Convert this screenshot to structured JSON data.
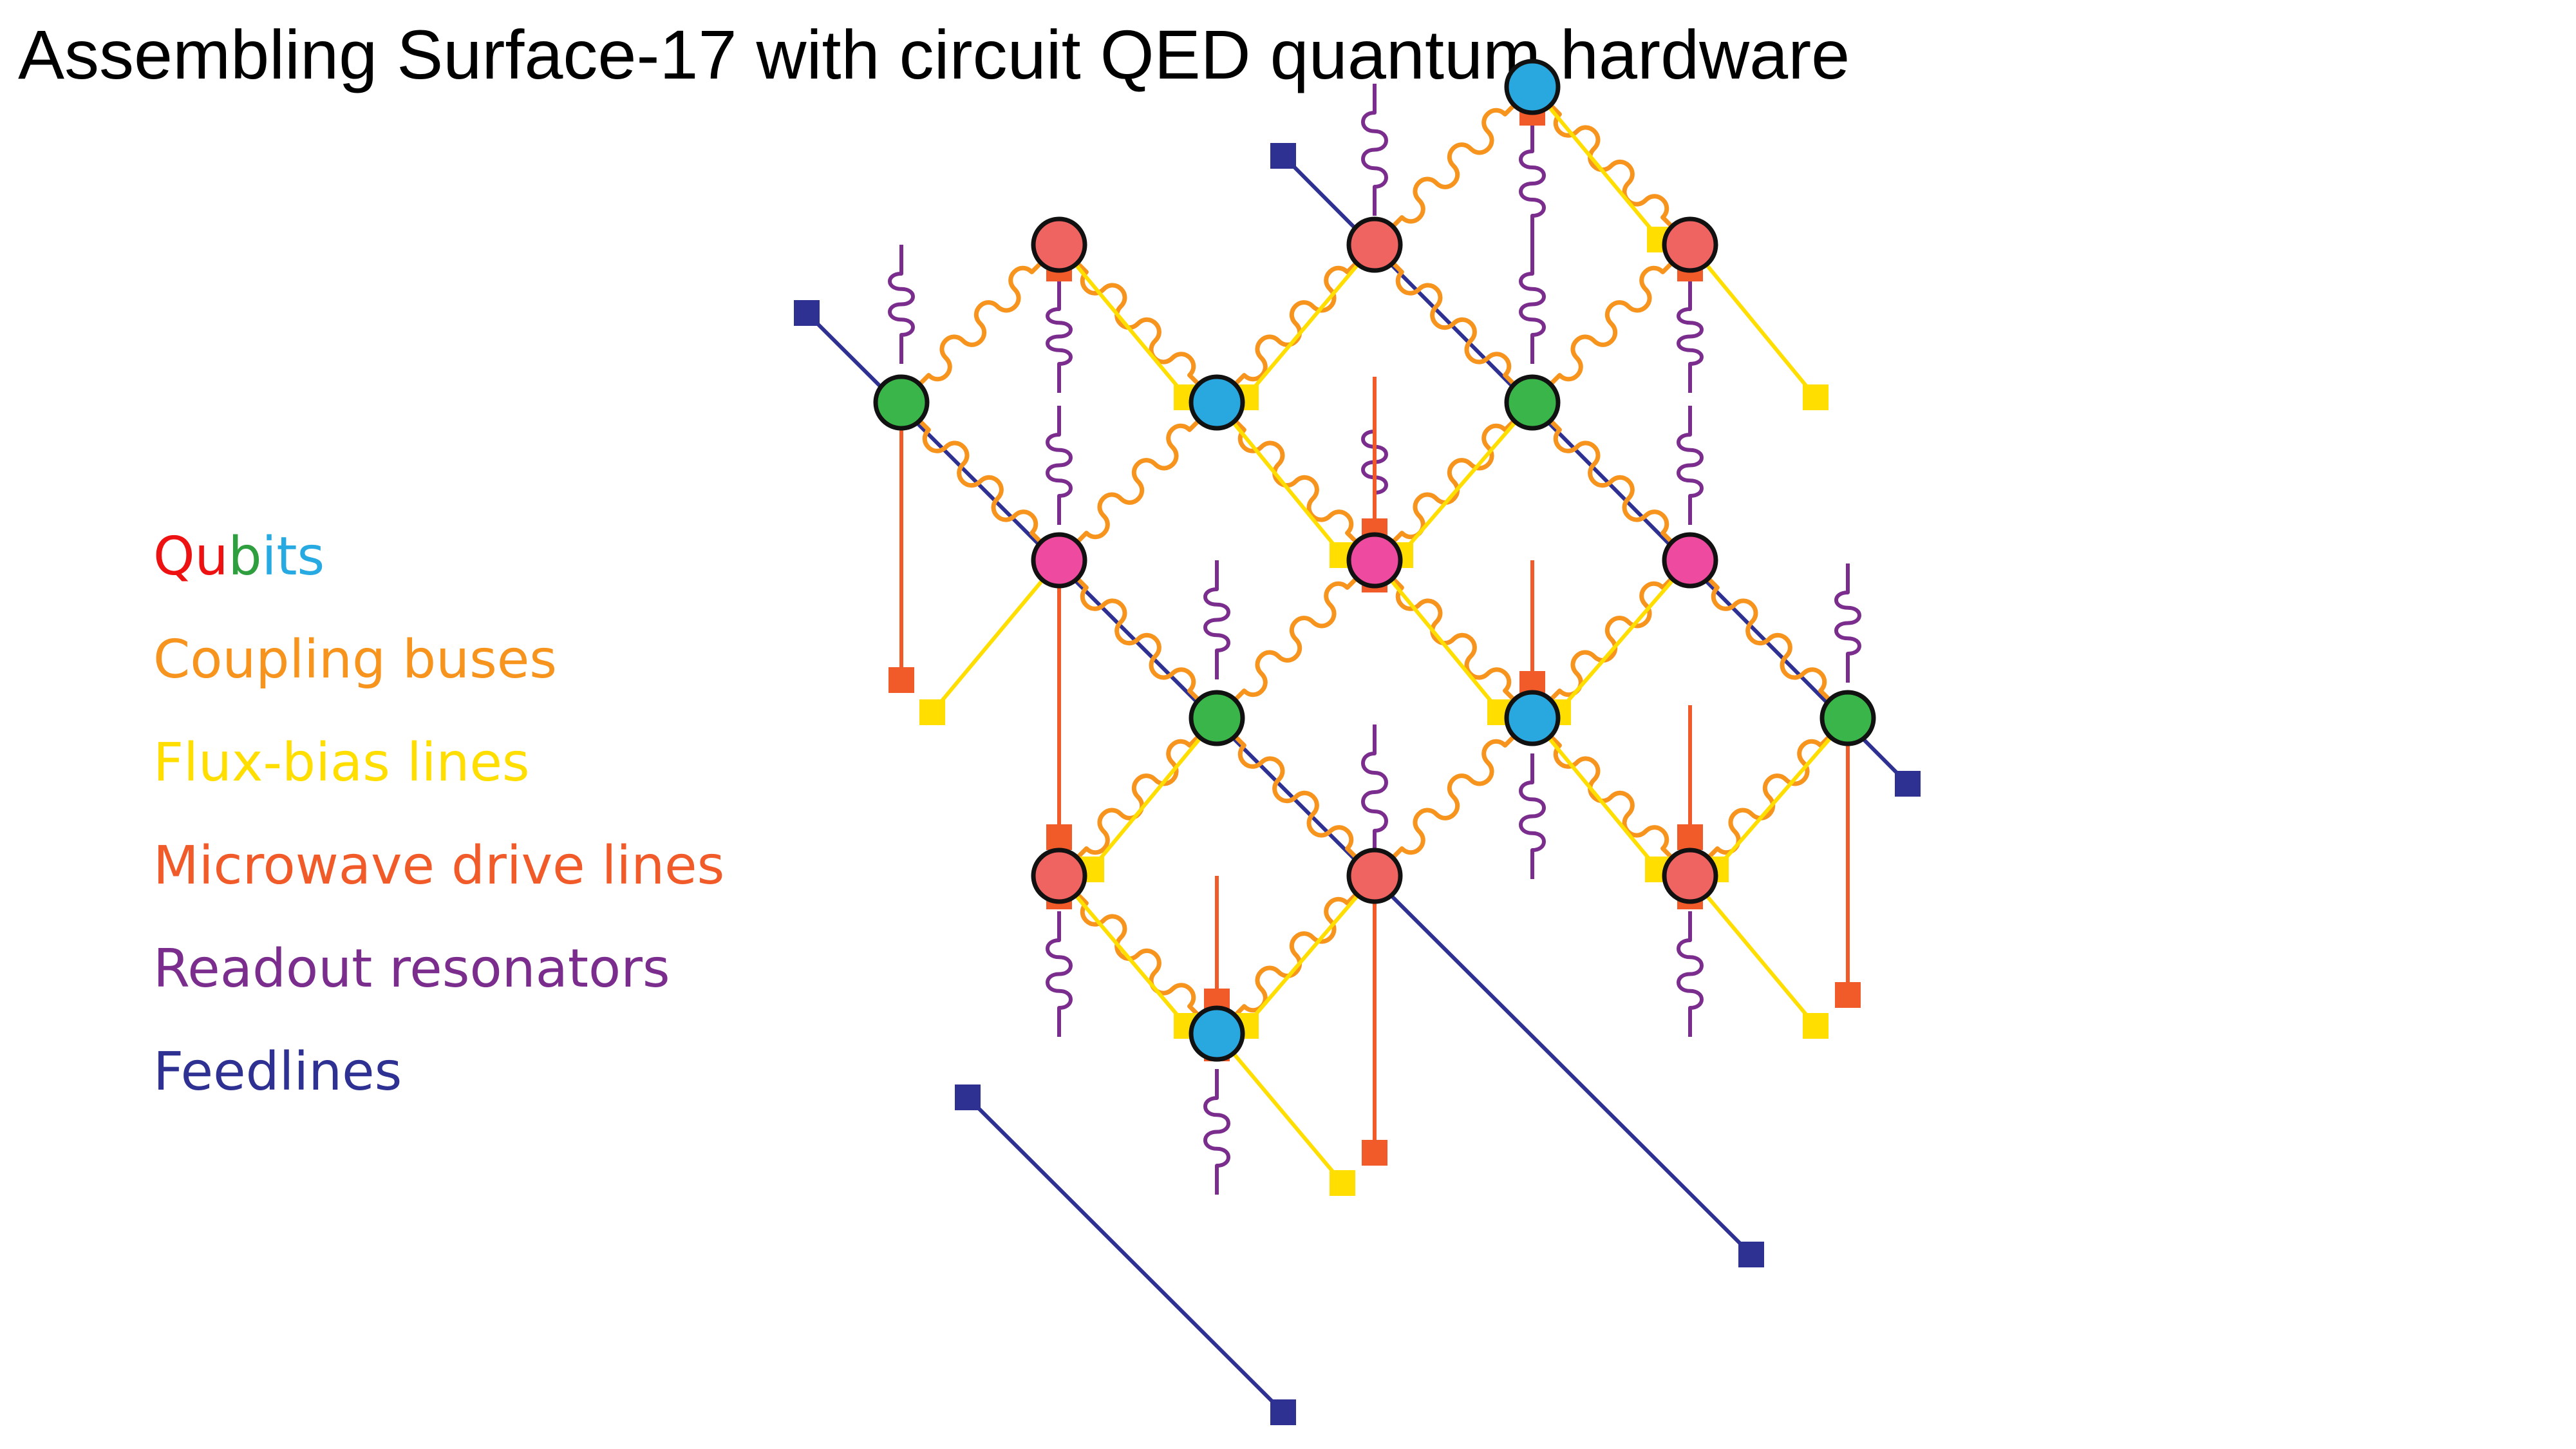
{
  "title": "Assembling Surface-17 with circuit QED quantum hardware",
  "legend": {
    "qubits": {
      "segments": [
        {
          "text": "Qu",
          "color": "#ee1111"
        },
        {
          "text": "b",
          "color": "#2e9e3e"
        },
        {
          "text": "its",
          "color": "#27a9e1"
        }
      ]
    },
    "items": [
      {
        "label": "Coupling buses",
        "color": "#f7941d"
      },
      {
        "label": "Flux-bias lines",
        "color": "#ffde00"
      },
      {
        "label": "Microwave drive lines",
        "color": "#f15a29"
      },
      {
        "label": "Readout resonators",
        "color": "#7b2d8e"
      },
      {
        "label": "Feedlines",
        "color": "#2e3192"
      }
    ]
  },
  "colors": {
    "qubit_red": "#ef6461",
    "qubit_pink": "#ee4aa0",
    "qubit_green": "#39b54a",
    "qubit_blue": "#29a8e0",
    "coupling_bus": "#f7941d",
    "flux_line": "#ffde00",
    "drive_line": "#f15a29",
    "readout": "#7b2d8e",
    "feedline": "#2e3192"
  }
}
